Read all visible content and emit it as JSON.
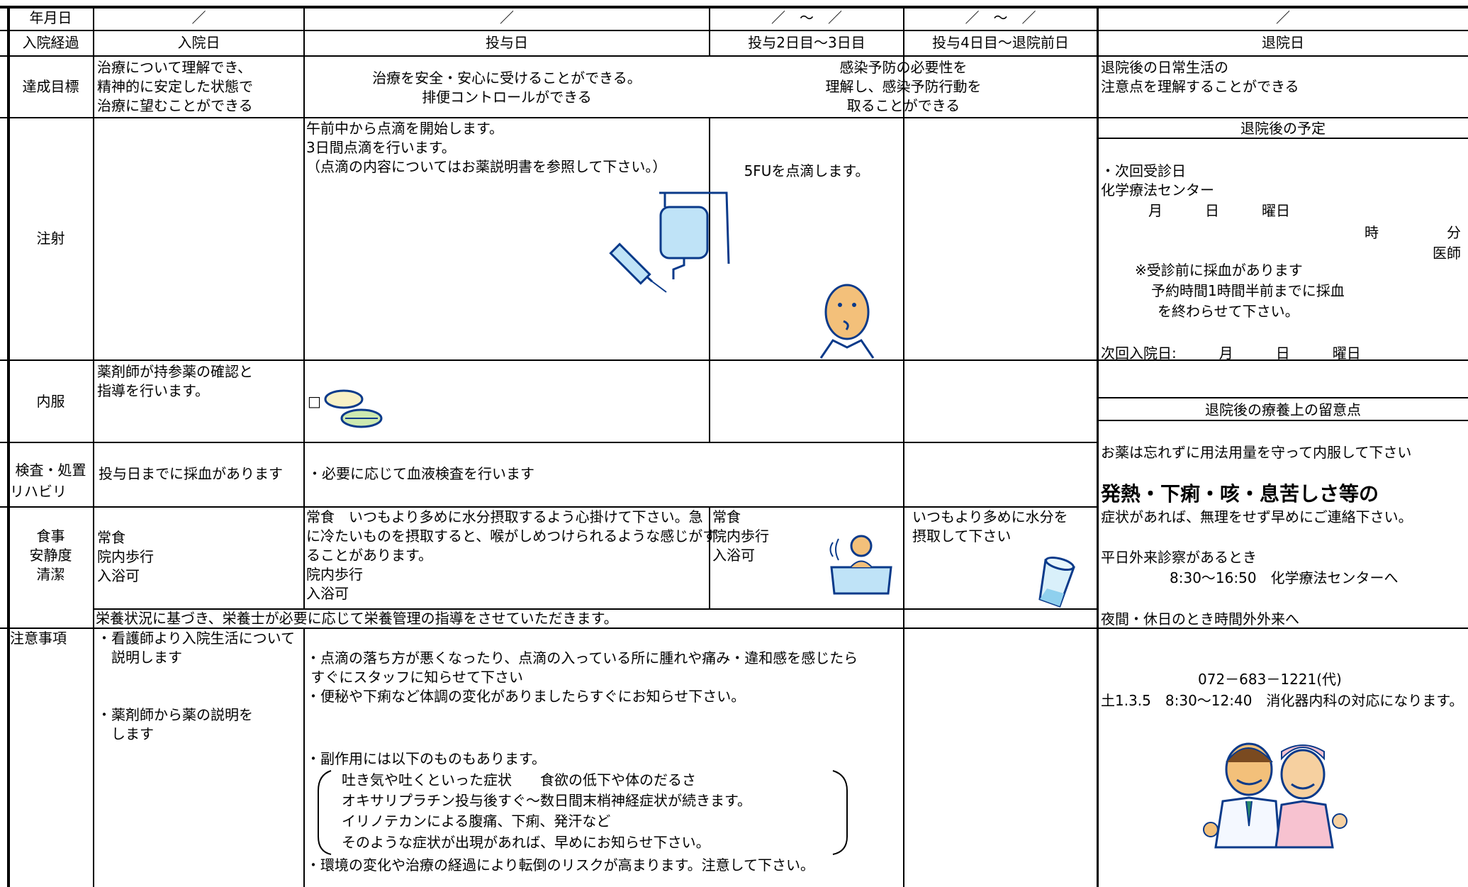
{
  "header": {
    "row1": {
      "label": "年月日",
      "d1": "／",
      "d2": "／",
      "d3": "／　～　／",
      "d4": "／　～　／",
      "d5": "／"
    },
    "row2": {
      "label": "入院経過",
      "c1": "入院日",
      "c2": "投与日",
      "c3": "投与2日目～3日目",
      "c4": "投与4日目～退院前日",
      "c5": "退院日"
    }
  },
  "rows": {
    "goal": {
      "label": "達成目標",
      "c1": "治療について理解でき、\n精神的に安定した状態で\n治療に望むことができる",
      "c2": "治療を安全・安心に受けることができる。\n排便コントロールができる",
      "c34": "感染予防の必要性を\n理解し、感染予防行動を\n取ることができる",
      "c5": "退院後の日常生活の\n注意点を理解することができる"
    },
    "injection": {
      "label": "注射",
      "c2": "午前中から点滴を開始します。\n3日間点滴を行います。\n（点滴の内容についてはお薬説明書を参照して下さい。）",
      "c3": "5FUを点滴します。"
    },
    "oral": {
      "label": "内服",
      "c1": "薬剤師が持参薬の確認と\n指導を行います。",
      "c2": "□"
    },
    "exam": {
      "label1": "検査・処置",
      "label2": "リハビリ",
      "c1": "投与日までに採血があります",
      "c2": "・必要に応じて血液検査を行います"
    },
    "meal": {
      "label": "食事\n安静度\n清潔",
      "c1": "常食\n院内歩行\n入浴可",
      "c2": "常食　いつもより多めに水分摂取するよう心掛けて下さい。急\nに冷たいものを摂取すると、喉がしめつけられるような感じがす\nることがあります。\n院内歩行\n入浴可",
      "c3": "常食\n院内歩行\n入浴可",
      "c4": "いつもより多めに水分を\n摂取して下さい",
      "nutrition": "栄養状況に基づき、栄養士が必要に応じて栄養管理の指導をさせていただきます。"
    },
    "notes": {
      "label": "注意事項",
      "c1": "・看護師より入院生活について\n　説明します\n\n\n・薬剤師から薬の説明を\n　します",
      "c2a": "・点滴の落ち方が悪くなったり、点滴の入っている所に腫れや痛み・違和感を感じたら\n すぐにスタッフに知らせて下さい\n・便秘や下痢など体調の変化がありましたらすぐにお知らせ下さい。",
      "c2b": "・副作用には以下のものもあります。",
      "side1": "吐き気や吐くといった症状　　食欲の低下や体のだるさ",
      "side2": "オキサリプラチン投与後すぐ～数日間末梢神経症状が続きます。",
      "side3": "イリノテカンによる腹痛、下痢、発汗など",
      "side4": "そのような症状が出現があれば、早めにお知らせ下さい。",
      "c2c": "・環境の変化や治療の経過により転倒のリスクが高まります。注意して下さい。"
    }
  },
  "discharge": {
    "plan_title": "退院後の予定",
    "next_visit": "・次回受診日",
    "center": "化学療法センター",
    "date_line": "月　　　日　　　曜日",
    "hour": "時",
    "minute": "分",
    "doctor": "医師",
    "blood1": "※受診前に採血があります",
    "blood2": "予約時間1時間半前までに採血",
    "blood3": "を終わらせて下さい。",
    "next_admit": "次回入院日:　　　月　　　日　　　曜日",
    "care_title": "退院後の療養上の留意点",
    "care1": "お薬は忘れずに用法用量を守って内服して下さい",
    "care_big": "発熱・下痢・咳・息苦しさ等の",
    "care2": "症状があれば、無理をせず早めにご連絡下さい。",
    "weekday": "平日外来診察があるとき",
    "weekday_time": "8:30～16:50　化学療法センターへ",
    "night": "夜間・休日のとき時間外外来へ",
    "phone": "072－683－1221(代)",
    "sat": "土1.3.5　8:30～12:40　消化器内科の対応になります。"
  }
}
